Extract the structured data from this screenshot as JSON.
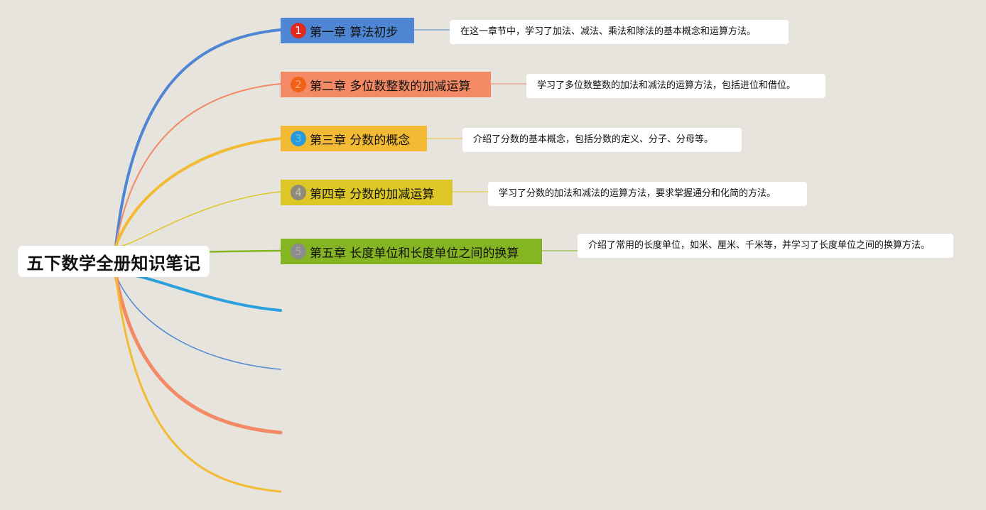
{
  "root": {
    "title": "五下数学全册知识笔记"
  },
  "chapters": [
    {
      "number": "1",
      "title": "第一章 算法初步",
      "color": "#4f86d4",
      "badge_color": "#e02a1e",
      "badge_text_color": "#ffffff",
      "note": "在这一章节中，学习了加法、减法、乘法和除法的基本概念和运算方法。"
    },
    {
      "number": "2",
      "title": "第二章 多位数整数的加减运算",
      "color": "#f38a65",
      "badge_color": "#f06016",
      "badge_text_color": "#f8a27c",
      "note": "学习了多位数整数的加法和减法的运算方法，包括进位和借位。"
    },
    {
      "number": "3",
      "title": "第三章 分数的概念",
      "color": "#f2bb33",
      "badge_color": "#2a9ad9",
      "badge_text_color": "#5fc0f0",
      "note": "介绍了分数的基本概念，包括分数的定义、分子、分母等。"
    },
    {
      "number": "4",
      "title": "第四章 分数的加减运算",
      "color": "#dcc726",
      "badge_color": "#8f8a7a",
      "badge_text_color": "#c6c2b2",
      "note": "学习了分数的加法和减法的运算方法，要求掌握通分和化简的方法。"
    },
    {
      "number": "5",
      "title": "第五章 长度单位和长度单位之间的换算",
      "color": "#86b524",
      "badge_color": "#8c8c8c",
      "badge_text_color": "#a9a9a9",
      "note": "介绍了常用的长度单位，如米、厘米、千米等，并学习了长度单位之间的换算方法。"
    }
  ],
  "empty_branch_colors": [
    "#2aa0dc",
    "#4f86d4",
    "#f38a65",
    "#f2bb33"
  ]
}
